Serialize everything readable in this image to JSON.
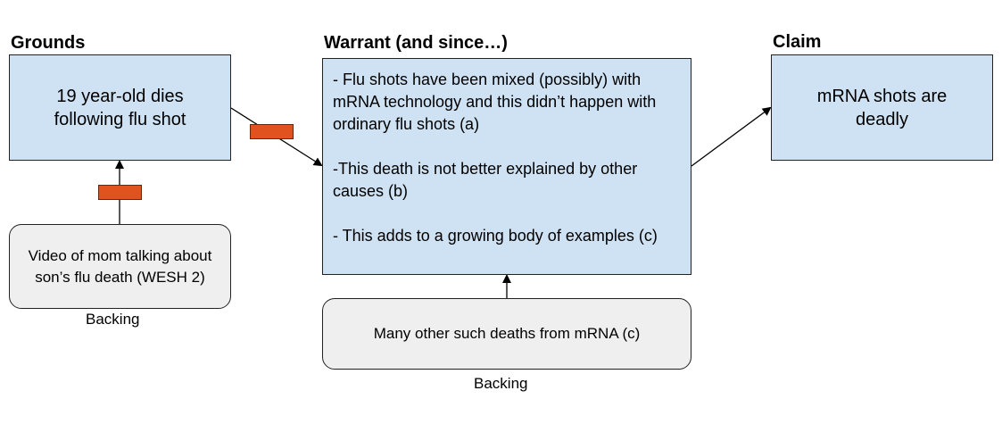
{
  "headings": {
    "grounds": "Grounds",
    "warrant": "Warrant (and since…)",
    "claim": "Claim"
  },
  "grounds_box": {
    "text": "19 year-old dies following flu shot"
  },
  "warrant_box": {
    "points": [
      "- Flu shots have been mixed (possibly) with mRNA technology and this didn’t happen with ordinary flu shots (a)",
      "-This death is not better explained by other causes (b)",
      "- This adds to a growing body of examples (c)"
    ]
  },
  "claim_box": {
    "text": "mRNA shots are deadly"
  },
  "grounds_backing": {
    "text": "Video of mom talking about son’s flu death (WESH 2)",
    "caption": "Backing"
  },
  "warrant_backing": {
    "text": "Many other such deaths from mRNA (c)",
    "caption": "Backing"
  },
  "colors": {
    "box_fill": "#cfe2f3",
    "backing_fill": "#efefef",
    "rebuttal_marker": "#e0521e",
    "stroke": "#222222"
  }
}
